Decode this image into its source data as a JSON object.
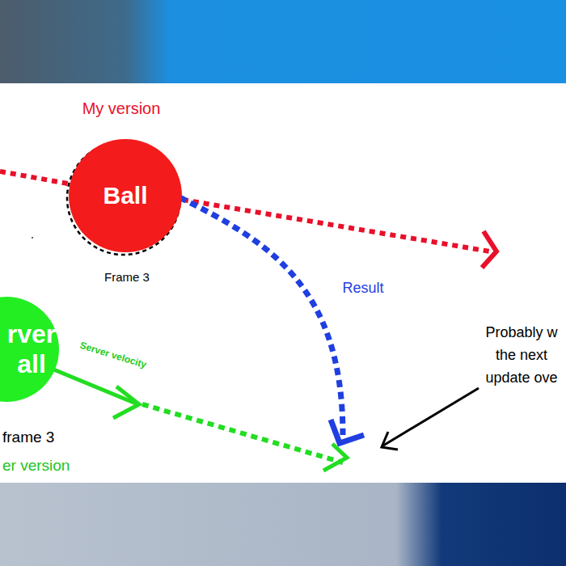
{
  "diagram": {
    "nodes": [
      {
        "text": [
          "Ball"
        ]
      },
      {
        "text": [
          "rver all"
        ]
      }
    ],
    "labels": [
      "My version",
      "Frame 3",
      "Result",
      "Server velocity",
      "frame 3",
      "er version",
      "Probably w the next update ove"
    ]
  }
}
